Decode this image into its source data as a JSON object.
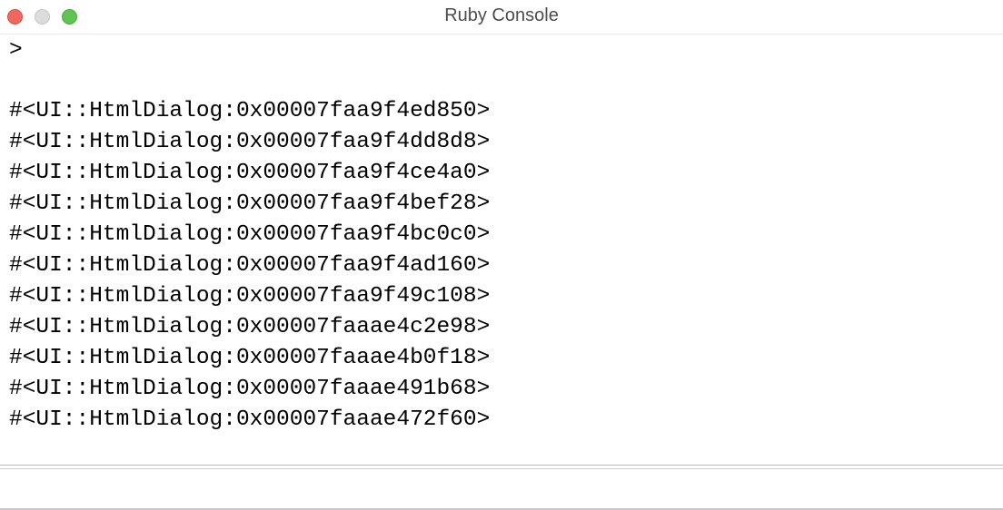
{
  "window": {
    "title": "Ruby Console"
  },
  "console": {
    "prompt": ">",
    "lines": [
      "#<UI::HtmlDialog:0x00007faa9f4ed850>",
      "#<UI::HtmlDialog:0x00007faa9f4dd8d8>",
      "#<UI::HtmlDialog:0x00007faa9f4ce4a0>",
      "#<UI::HtmlDialog:0x00007faa9f4bef28>",
      "#<UI::HtmlDialog:0x00007faa9f4bc0c0>",
      "#<UI::HtmlDialog:0x00007faa9f4ad160>",
      "#<UI::HtmlDialog:0x00007faa9f49c108>",
      "#<UI::HtmlDialog:0x00007faaae4c2e98>",
      "#<UI::HtmlDialog:0x00007faaae4b0f18>",
      "#<UI::HtmlDialog:0x00007faaae491b68>",
      "#<UI::HtmlDialog:0x00007faaae472f60>"
    ]
  },
  "input": {
    "value": ""
  },
  "colors": {
    "close": "#ee6a5e",
    "minimize": "#dcdcdc",
    "zoom": "#5fc454"
  }
}
